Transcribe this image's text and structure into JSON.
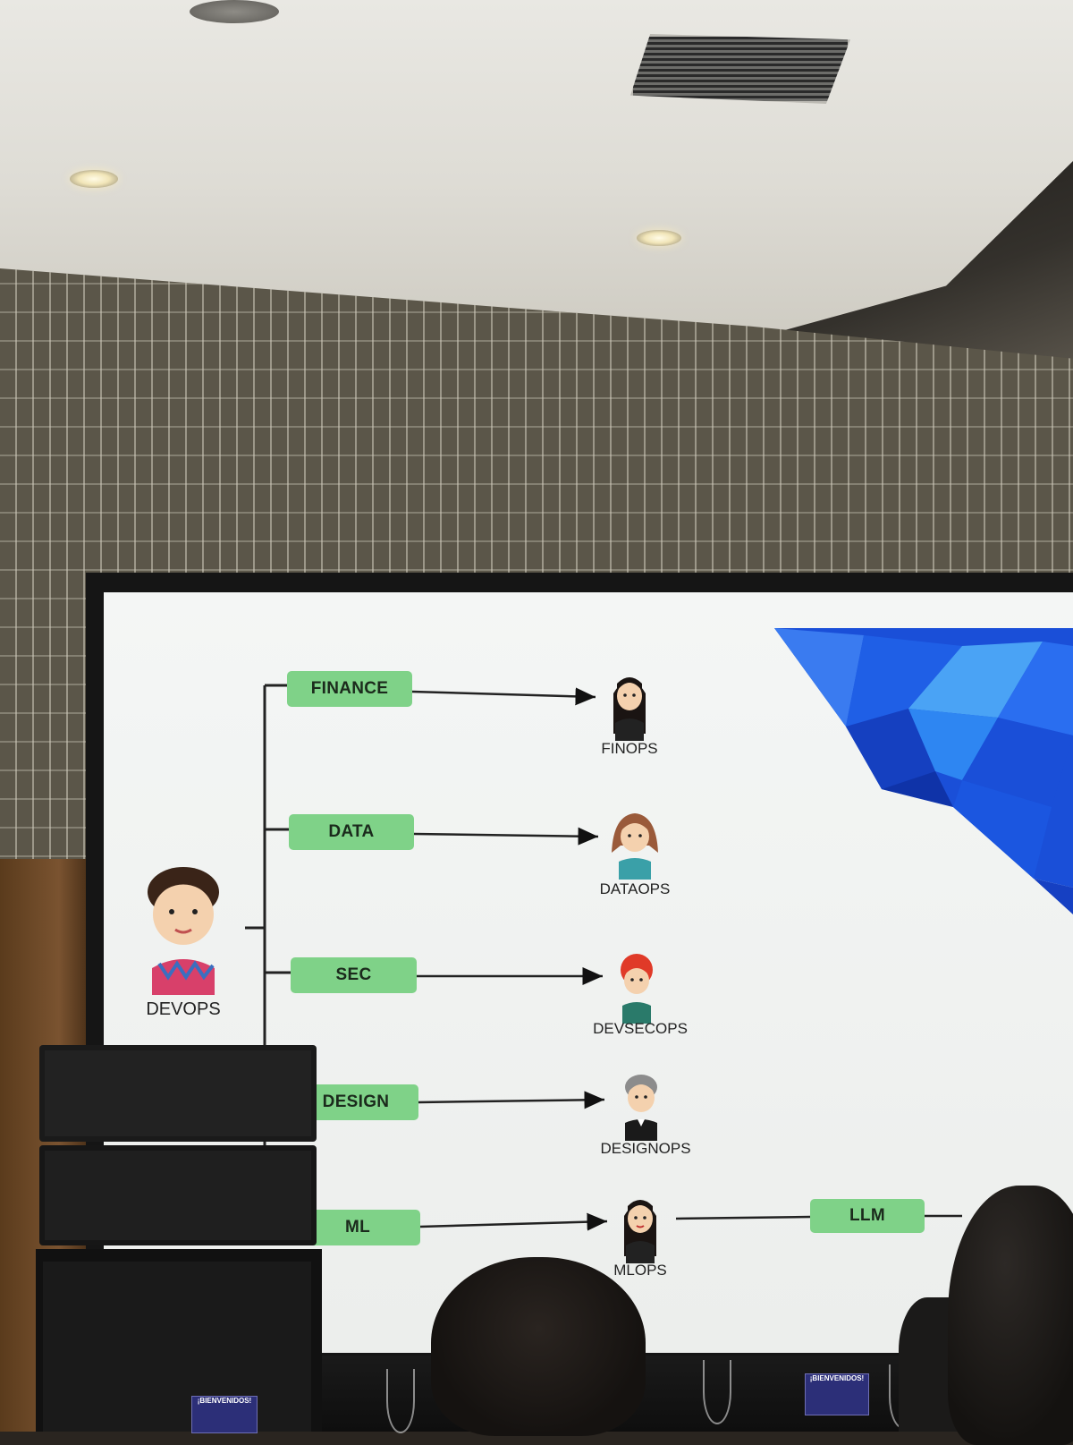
{
  "slide": {
    "source_role": "DEVOPS",
    "branches": [
      {
        "box": "FINANCE",
        "role": "FINOPS"
      },
      {
        "box": "DATA",
        "role": "DATAOPS"
      },
      {
        "box": "SEC",
        "role": "DEVSECOPS"
      },
      {
        "box": "DESIGN",
        "role": "DESIGNOPS"
      },
      {
        "box": "ML",
        "role": "MLOPS"
      }
    ],
    "extension_box": "LLM"
  },
  "table_signs": [
    "¡BIENVENIDOS!",
    "¡BIENVENIDOS!"
  ],
  "colors": {
    "box_green": "#7fd288",
    "slide_bg": "#f0f2f1",
    "polygon_blue": "#1a4fd8"
  },
  "icons": [
    "avatar-devops",
    "avatar-finops",
    "avatar-dataops",
    "avatar-devsecops",
    "avatar-designops",
    "avatar-mlops"
  ]
}
